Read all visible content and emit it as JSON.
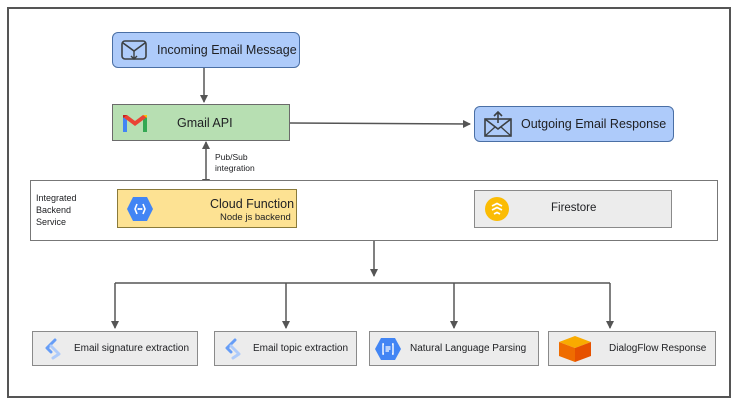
{
  "nodes": {
    "incoming": {
      "label": "Incoming Email Message",
      "icon": "inbox-mail-icon"
    },
    "gmail": {
      "label": "Gmail API",
      "icon": "gmail-logo-icon"
    },
    "outgoing": {
      "label": "Outgoing Email Response",
      "icon": "outgoing-mail-icon"
    },
    "backend_group": {
      "label_lines": [
        "Integrated",
        "Backend",
        "Service"
      ]
    },
    "cloud_function": {
      "label": "Cloud Function",
      "sublabel": "Node js backend",
      "icon": "cloud-functions-icon"
    },
    "firestore": {
      "label": "Firestore",
      "icon": "firestore-icon"
    },
    "sig_extract": {
      "label": "Email signature extraction",
      "icon": "vertex-ai-icon"
    },
    "topic_extract": {
      "label": "Email topic extraction",
      "icon": "vertex-ai-icon"
    },
    "nlp": {
      "label": "Natural Language Parsing",
      "icon": "natural-language-api-icon"
    },
    "dialogflow": {
      "label": "DialogFlow Response",
      "icon": "dialogflow-icon"
    }
  },
  "edges": {
    "pubsub": {
      "label_lines": [
        "Pub/Sub",
        "integration"
      ]
    }
  },
  "colors": {
    "blue_fill": "#aecbfa",
    "blue_border": "#4a6fa5",
    "green_fill": "#b7dfb2",
    "yellow_fill": "#fde293",
    "grey_fill": "#ececec",
    "arrow": "#555555",
    "gcp_blue": "#4285f4"
  }
}
